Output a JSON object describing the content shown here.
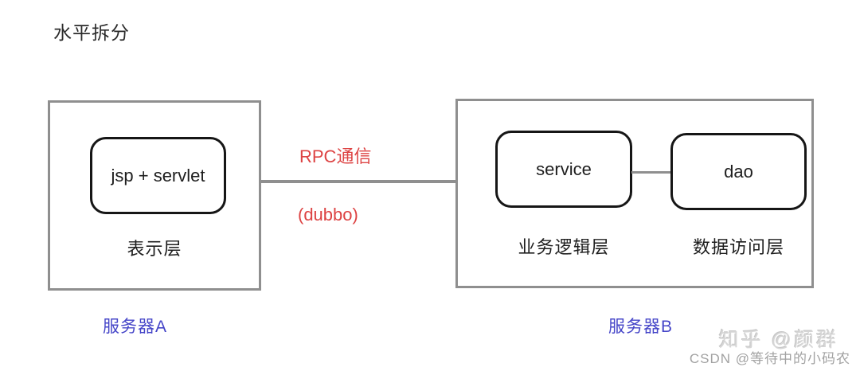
{
  "title": "水平拆分",
  "server_a": {
    "component": "jsp + servlet",
    "layer_label": "表示层",
    "caption": "服务器A"
  },
  "connection": {
    "label_top": "RPC通信",
    "label_bottom": "(dubbo)"
  },
  "server_b": {
    "components": [
      {
        "name": "service",
        "layer_label": "业务逻辑层"
      },
      {
        "name": "dao",
        "layer_label": "数据访问层"
      }
    ],
    "caption": "服务器B"
  },
  "watermarks": {
    "zhihu": "知乎 @颜群",
    "csdn": "CSDN @等待中的小码农"
  },
  "colors": {
    "connection_label_red": "#dd4343",
    "server_caption_blue": "#4545c8",
    "outer_border_gray": "#8f8f8f",
    "node_border_black": "#161616",
    "watermark_light_gray": "#d6d6d6",
    "watermark_gray": "#a2a2a2"
  }
}
